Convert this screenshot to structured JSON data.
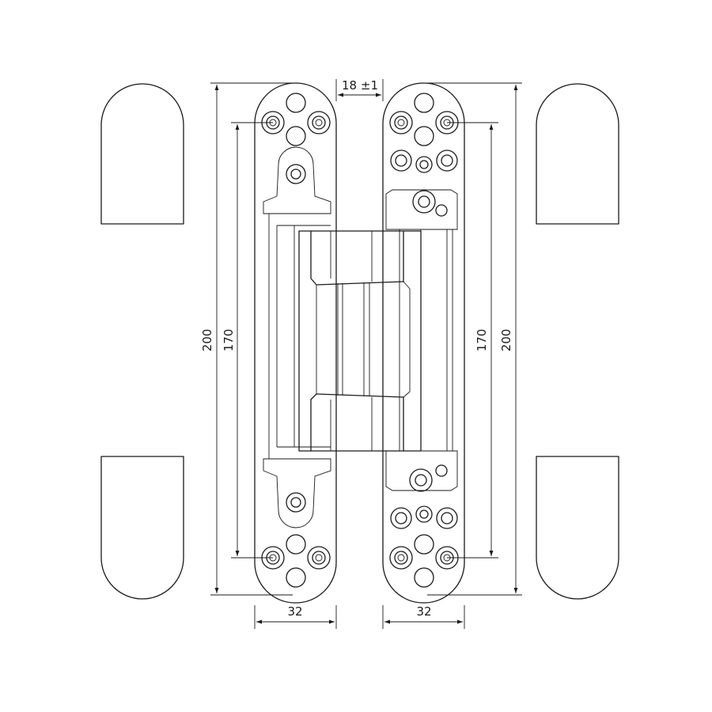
{
  "dimensions": {
    "gap": "18 ±1",
    "left_body_width": "32",
    "right_body_width": "32",
    "left_overall_height": "200",
    "left_screw_spacing": "170",
    "right_screw_spacing": "170",
    "right_overall_height": "200"
  }
}
